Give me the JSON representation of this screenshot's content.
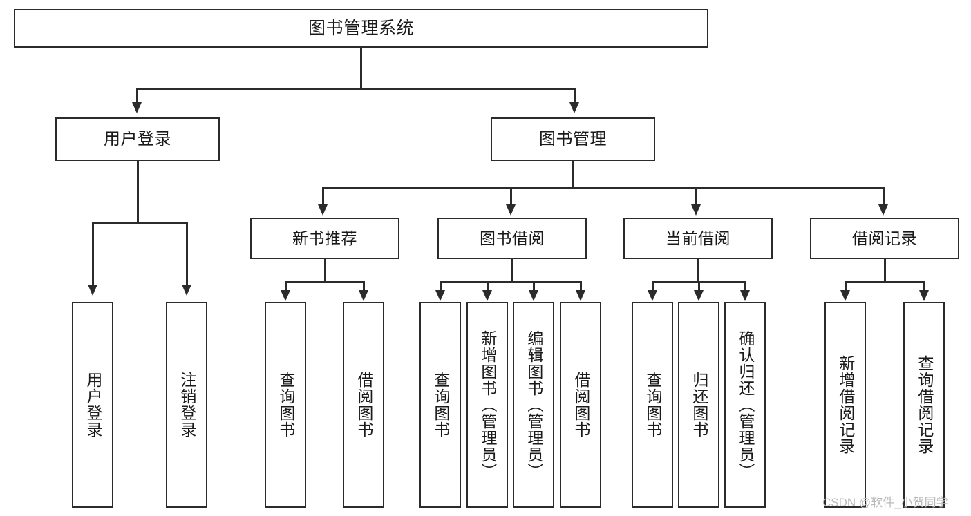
{
  "diagram": {
    "type": "tree-hierarchy",
    "title": "图书管理系统",
    "orientation": "top-down",
    "colors": {
      "box_border": "#2b2b2b",
      "box_fill": "#ffffff",
      "connector": "#2b2b2b",
      "text": "#1a1a1a",
      "watermark": "#b9b9b9",
      "background": "#ffffff"
    }
  },
  "root": {
    "label": "图书管理系统"
  },
  "level2": [
    {
      "id": "user-login",
      "label": "用户登录"
    },
    {
      "id": "book-manage",
      "label": "图书管理"
    }
  ],
  "level3": [
    {
      "id": "new-book",
      "label": "新书推荐"
    },
    {
      "id": "borrow",
      "label": "图书借阅"
    },
    {
      "id": "current",
      "label": "当前借阅"
    },
    {
      "id": "record",
      "label": "借阅记录"
    }
  ],
  "leaves": {
    "user_login": [
      {
        "id": "leaf-user-login",
        "label": "用户登录"
      },
      {
        "id": "leaf-logout",
        "label": "注销登录"
      }
    ],
    "new_book": [
      {
        "id": "leaf-query-book-1",
        "label": "查询图书"
      },
      {
        "id": "leaf-borrow-book-1",
        "label": "借阅图书"
      }
    ],
    "borrow": [
      {
        "id": "leaf-query-book-2",
        "label": "查询图书"
      },
      {
        "id": "leaf-add-book",
        "label": "新增图书（管理员）"
      },
      {
        "id": "leaf-edit-book",
        "label": "编辑图书（管理员）"
      },
      {
        "id": "leaf-borrow-book-2",
        "label": "借阅图书"
      }
    ],
    "current": [
      {
        "id": "leaf-query-book-3",
        "label": "查询图书"
      },
      {
        "id": "leaf-return-book",
        "label": "归还图书"
      },
      {
        "id": "leaf-confirm-return",
        "label": "确认归还（管理员）"
      }
    ],
    "record": [
      {
        "id": "leaf-add-record",
        "label": "新增借阅记录"
      },
      {
        "id": "leaf-query-record",
        "label": "查询借阅记录"
      }
    ]
  },
  "watermark": {
    "text": "CSDN @软件_小贺同学"
  }
}
